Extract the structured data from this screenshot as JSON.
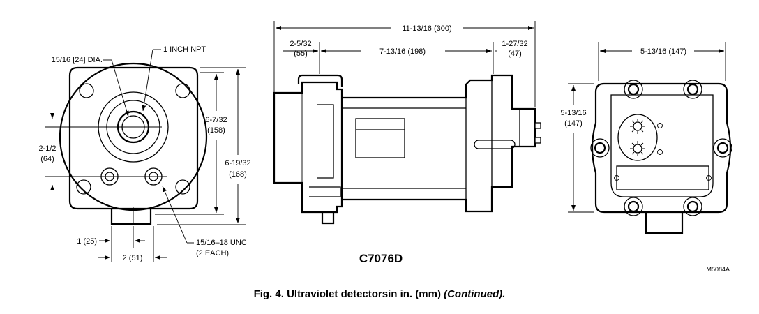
{
  "left_view": {
    "labels": {
      "dia": "15/16 [24] DIA.",
      "npt": "1 INCH NPT",
      "h_158_a": "6-7/32",
      "h_158_b": "(158)",
      "h_168_a": "6-19/32",
      "h_168_b": "(168)",
      "h_64_a": "2-1/2",
      "h_64_b": "(64)",
      "w_25": "1 (25)",
      "w_51": "2 (51)",
      "unc_a": "15/16–18 UNC",
      "unc_b": "(2 EACH)"
    }
  },
  "middle_view": {
    "labels": {
      "overall": "11-13/16 (300)",
      "seg1_a": "2-5/32",
      "seg1_b": "(55)",
      "seg2": "7-13/16 (198)",
      "seg3_a": "1-27/32",
      "seg3_b": "(47)"
    },
    "model": "C7076D"
  },
  "right_view": {
    "labels": {
      "width": "5-13/16 (147)",
      "height_a": "5-13/16",
      "height_b": "(147)"
    }
  },
  "drawing_ref": "M5084A",
  "caption": {
    "text": "Fig. 4. Ultraviolet detectorsin in. (mm)",
    "continued": "(Continued)."
  }
}
